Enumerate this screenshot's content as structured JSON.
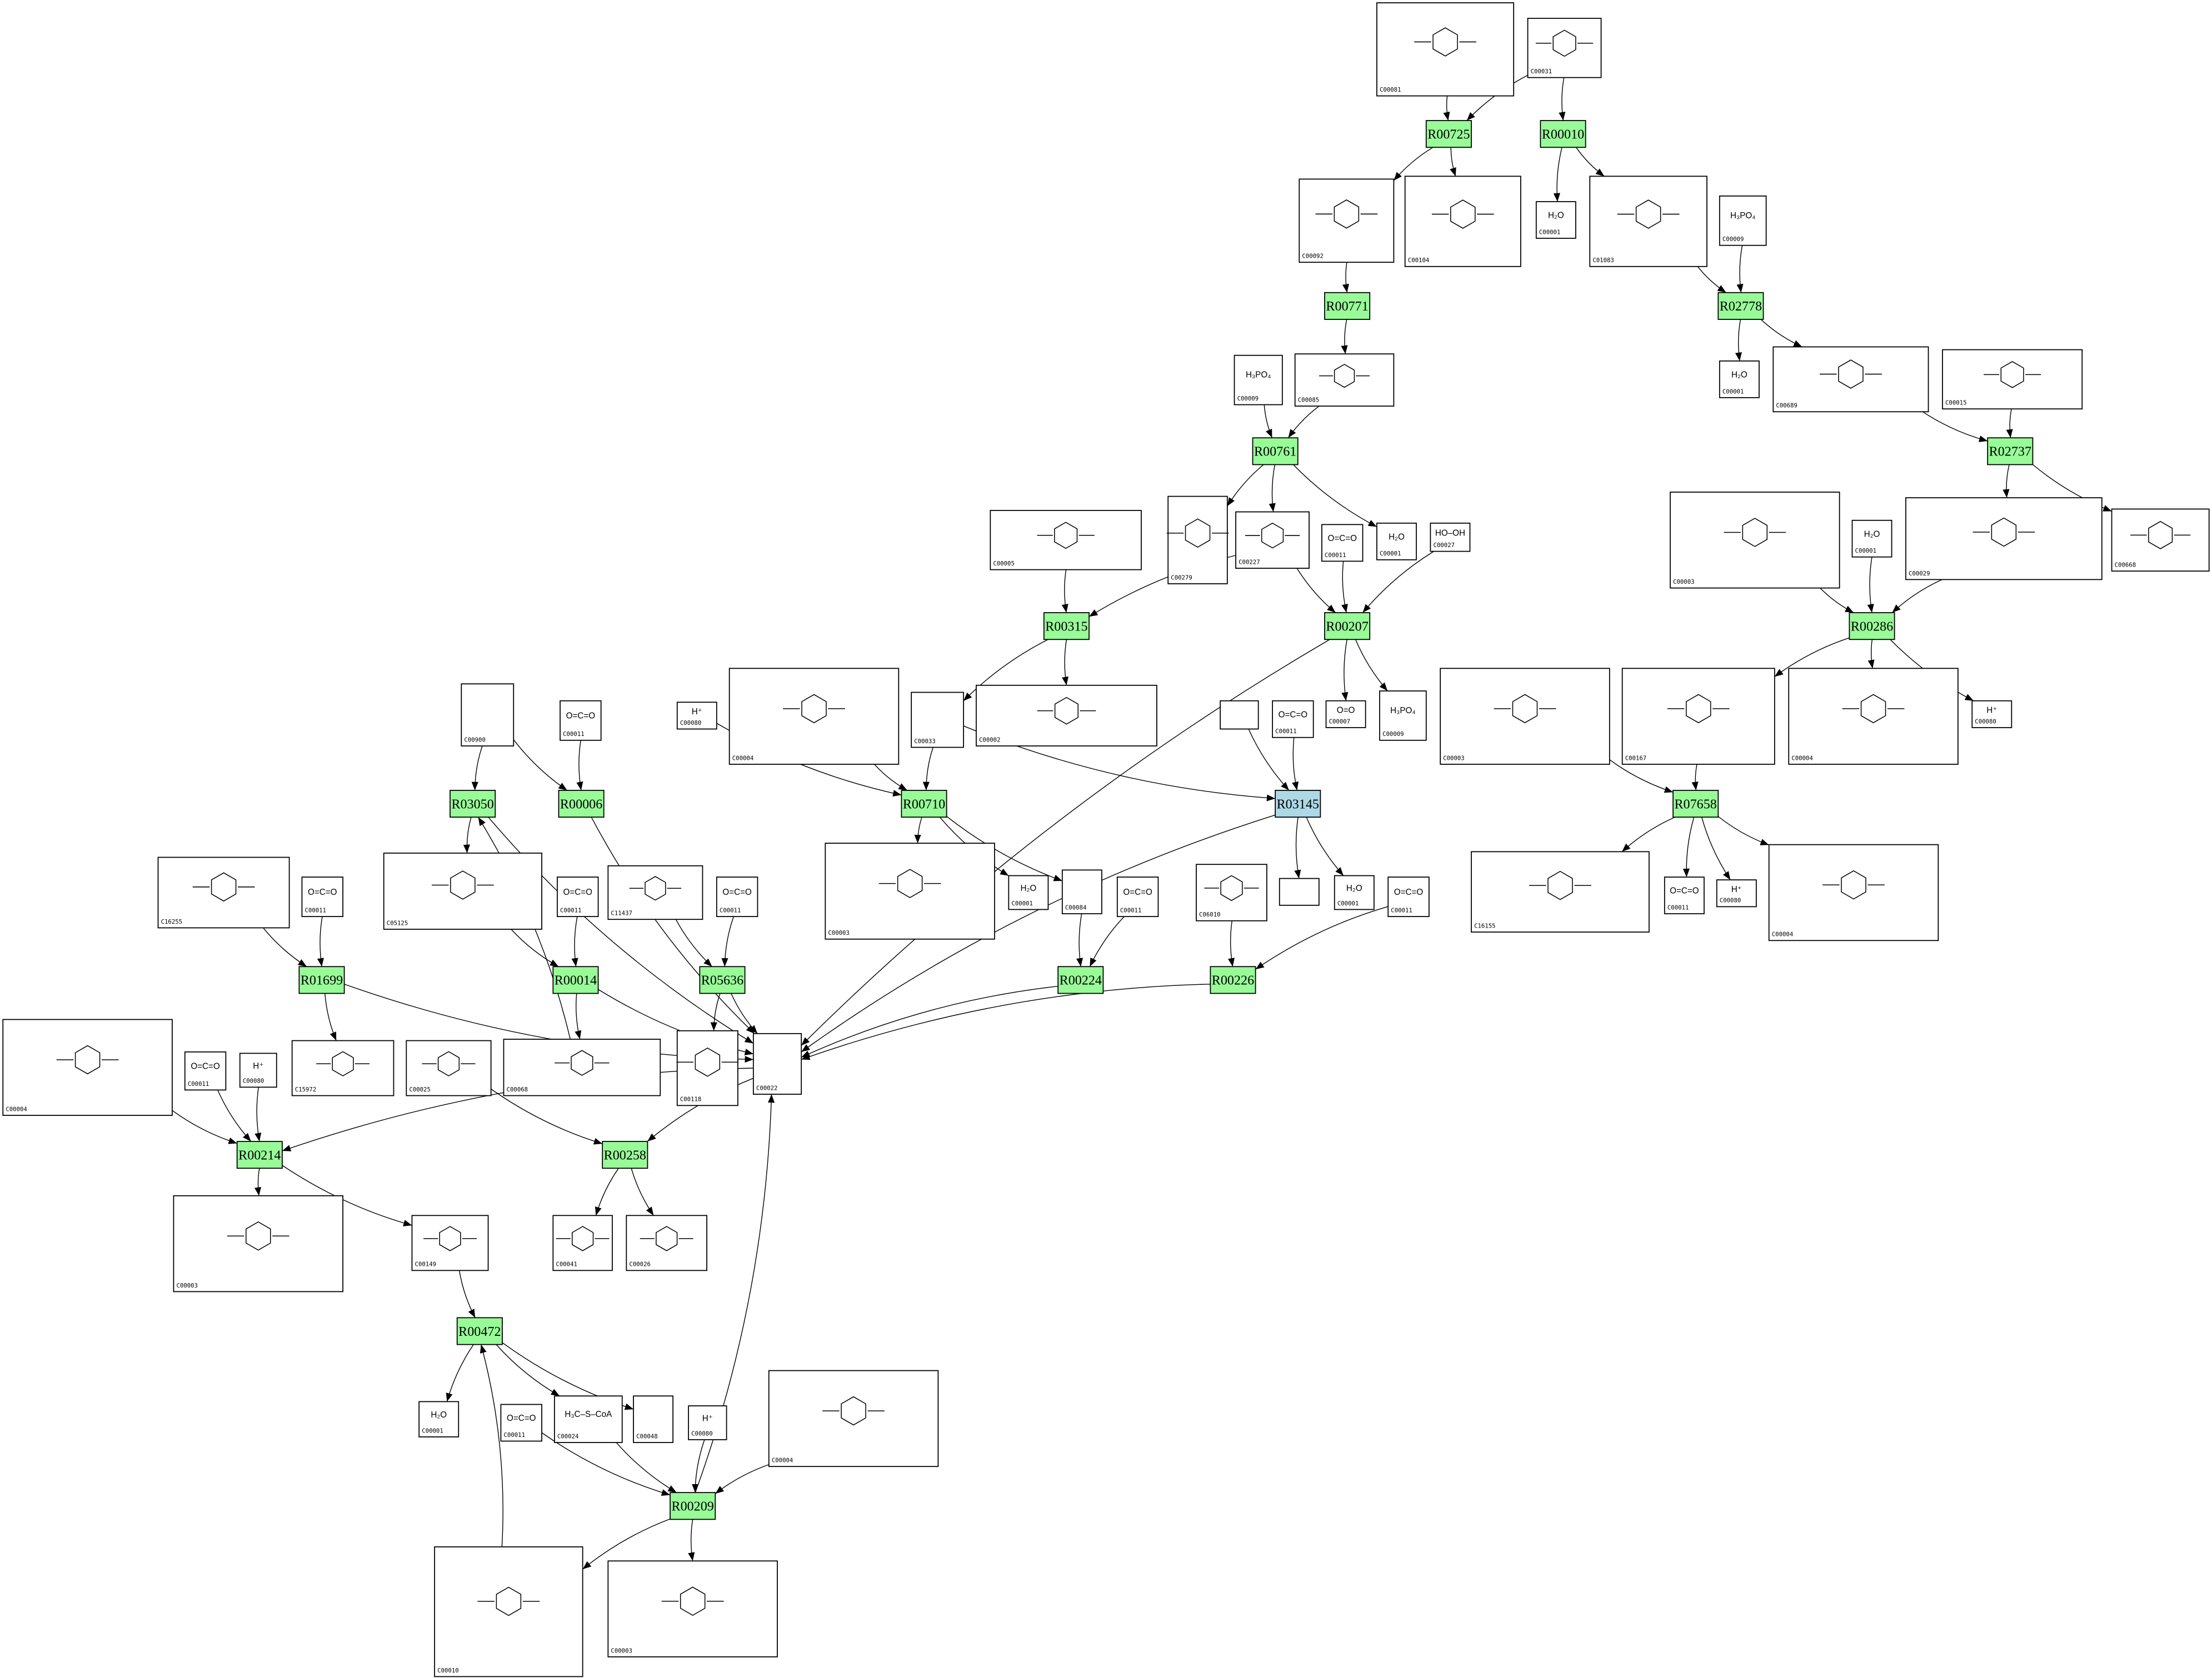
{
  "colors": {
    "reaction": "#98fb98",
    "reaction_highlight": "#add8e6",
    "compound_border": "#000000",
    "background": "#ffffff"
  },
  "reactions": {
    "r725": {
      "label": "R00725"
    },
    "r010": {
      "label": "R00010"
    },
    "r771": {
      "label": "R00771"
    },
    "r2778": {
      "label": "R02778"
    },
    "r761": {
      "label": "R00761"
    },
    "r2737": {
      "label": "R02737"
    },
    "r315": {
      "label": "R00315"
    },
    "r207": {
      "label": "R00207"
    },
    "r286": {
      "label": "R00286"
    },
    "r3050": {
      "label": "R03050"
    },
    "r006": {
      "label": "R00006"
    },
    "r710": {
      "label": "R00710"
    },
    "r3145": {
      "label": "R03145",
      "highlight": true
    },
    "r7658": {
      "label": "R07658"
    },
    "r1699": {
      "label": "R01699"
    },
    "r014": {
      "label": "R00014"
    },
    "r5636": {
      "label": "R05636"
    },
    "r224": {
      "label": "R00224"
    },
    "r226": {
      "label": "R00226"
    },
    "r214": {
      "label": "R00214"
    },
    "r258": {
      "label": "R00258"
    },
    "r472": {
      "label": "R00472"
    },
    "r209": {
      "label": "R00209"
    }
  },
  "compounds": {
    "c81": {
      "label": "C00081"
    },
    "c31a": {
      "label": "C00031"
    },
    "c92": {
      "label": "C00092"
    },
    "c104": {
      "label": "C00104"
    },
    "c1a": {
      "label": "C00001",
      "formula": "H₂O"
    },
    "c1083": {
      "label": "C01083"
    },
    "c9a": {
      "label": "C00009",
      "formula": "H₃PO₄"
    },
    "c1b": {
      "label": "C00001",
      "formula": "H₂O"
    },
    "c689": {
      "label": "C00689"
    },
    "c15": {
      "label": "C00015"
    },
    "c9b": {
      "label": "C00009",
      "formula": "H₃PO₄"
    },
    "c85": {
      "label": "C00085"
    },
    "c279": {
      "label": "C00279"
    },
    "c227": {
      "label": "C00227"
    },
    "c11a": {
      "label": "C00011",
      "formula": "O=C=O"
    },
    "c1c": {
      "label": "C00001",
      "formula": "H₂O"
    },
    "c27": {
      "label": "C00027",
      "formula": "HO–OH"
    },
    "c5": {
      "label": "C00005"
    },
    "c3a": {
      "label": "C00003"
    },
    "c1d": {
      "label": "C00001",
      "formula": "H₂O"
    },
    "c29": {
      "label": "C00029"
    },
    "c668": {
      "label": "C00668"
    },
    "c909": {
      "label": "C00900"
    },
    "c11b": {
      "label": "C00011",
      "formula": "O=C=O"
    },
    "c80a": {
      "label": "C00080",
      "formula": "H⁺"
    },
    "c4a": {
      "label": "C00004"
    },
    "c33": {
      "label": "C00033"
    },
    "c2": {
      "label": "C00002"
    },
    "cblank1": {
      "label": ""
    },
    "c11c": {
      "label": "C00011",
      "formula": "O=C=O"
    },
    "c7": {
      "label": "C00007",
      "formula": "O=O"
    },
    "c9c": {
      "label": "C00009",
      "formula": "H₃PO₄"
    },
    "c3b": {
      "label": "C00003"
    },
    "c167": {
      "label": "C00167"
    },
    "c4b": {
      "label": "C00004"
    },
    "c80b": {
      "label": "C00080",
      "formula": "H⁺"
    },
    "c16255": {
      "label": "C16255"
    },
    "c11d": {
      "label": "C00011",
      "formula": "O=C=O"
    },
    "c5125": {
      "label": "C05125"
    },
    "c11e": {
      "label": "C00011",
      "formula": "O=C=O"
    },
    "c11437": {
      "label": "C11437"
    },
    "c11f": {
      "label": "C00011",
      "formula": "O=C=O"
    },
    "c3c": {
      "label": "C00003"
    },
    "c1e": {
      "label": "C00001",
      "formula": "H₂O"
    },
    "c84": {
      "label": "C00084"
    },
    "c11g": {
      "label": "C00011",
      "formula": "O=C=O"
    },
    "c6010": {
      "label": "C06010"
    },
    "cblank2": {
      "label": ""
    },
    "c1f": {
      "label": "C00001",
      "formula": "H₂O"
    },
    "c11h": {
      "label": "C00011",
      "formula": "O=C=O"
    },
    "c16155": {
      "label": "C16155"
    },
    "c11i": {
      "label": "C00011",
      "formula": "O=C=O"
    },
    "c80c": {
      "label": "C00080",
      "formula": "H⁺"
    },
    "c4c": {
      "label": "C00004"
    },
    "c4d": {
      "label": "C00004"
    },
    "c11j": {
      "label": "C00011",
      "formula": "O=C=O"
    },
    "c80d": {
      "label": "C00080",
      "formula": "H⁺"
    },
    "c15972": {
      "label": "C15972"
    },
    "c25": {
      "label": "C00025"
    },
    "c68": {
      "label": "C00068"
    },
    "c118": {
      "label": "C00118"
    },
    "c22": {
      "label": "C00022"
    },
    "c3d": {
      "label": "C00003"
    },
    "c149": {
      "label": "C00149"
    },
    "c41": {
      "label": "C00041"
    },
    "c26": {
      "label": "C00026"
    },
    "c1g": {
      "label": "C00001",
      "formula": "H₂O"
    },
    "c11k": {
      "label": "C00011",
      "formula": "O=C=O"
    },
    "c24": {
      "label": "C00024",
      "formula": "H₃C–S–CoA"
    },
    "c48": {
      "label": "C00048"
    },
    "c80e": {
      "label": "C00080",
      "formula": "H⁺"
    },
    "c4e": {
      "label": "C00004"
    },
    "c10": {
      "label": "C00010"
    },
    "c3e": {
      "label": "C00003"
    }
  },
  "edges": [
    [
      "c81",
      "r725"
    ],
    [
      "c31a",
      "r725"
    ],
    [
      "c31a",
      "r010"
    ],
    [
      "r725",
      "c92"
    ],
    [
      "r725",
      "c104"
    ],
    [
      "r010",
      "c1a"
    ],
    [
      "r010",
      "c1083"
    ],
    [
      "c92",
      "r771"
    ],
    [
      "r771",
      "c85"
    ],
    [
      "c1083",
      "r2778"
    ],
    [
      "c9a",
      "r2778"
    ],
    [
      "r2778",
      "c1b"
    ],
    [
      "r2778",
      "c689"
    ],
    [
      "c689",
      "r2737"
    ],
    [
      "c15",
      "r2737"
    ],
    [
      "r2737",
      "c29"
    ],
    [
      "r2737",
      "c668"
    ],
    [
      "c9b",
      "r761"
    ],
    [
      "c85",
      "r761"
    ],
    [
      "r761",
      "c279"
    ],
    [
      "r761",
      "c227"
    ],
    [
      "r761",
      "c1c"
    ],
    [
      "c227",
      "r315"
    ],
    [
      "c5",
      "r315"
    ],
    [
      "c227",
      "r207"
    ],
    [
      "c11a",
      "r207"
    ],
    [
      "c27",
      "r207"
    ],
    [
      "r315",
      "c33"
    ],
    [
      "r315",
      "c2"
    ],
    [
      "r207",
      "c7"
    ],
    [
      "r207",
      "c9c"
    ],
    [
      "r207",
      "c22"
    ],
    [
      "c3a",
      "r286"
    ],
    [
      "c1d",
      "r286"
    ],
    [
      "c29",
      "r286"
    ],
    [
      "r286",
      "c167"
    ],
    [
      "r286",
      "c4b"
    ],
    [
      "r286",
      "c80b"
    ],
    [
      "c3b",
      "r7658"
    ],
    [
      "c167",
      "r7658"
    ],
    [
      "r7658",
      "c16155"
    ],
    [
      "r7658",
      "c11i"
    ],
    [
      "r7658",
      "c80c"
    ],
    [
      "r7658",
      "c4c"
    ],
    [
      "c909",
      "r3050"
    ],
    [
      "c909",
      "r006"
    ],
    [
      "c11b",
      "r006"
    ],
    [
      "r3050",
      "c5125"
    ],
    [
      "r3050",
      "c22"
    ],
    [
      "r006",
      "c22"
    ],
    [
      "c80a",
      "r710"
    ],
    [
      "c4a",
      "r710"
    ],
    [
      "c33",
      "r710"
    ],
    [
      "c33",
      "r3145"
    ],
    [
      "r710",
      "c3c"
    ],
    [
      "r710",
      "c1e"
    ],
    [
      "r710",
      "c84"
    ],
    [
      "cblank1",
      "r3145"
    ],
    [
      "c11c",
      "r3145"
    ],
    [
      "r3145",
      "cblank2"
    ],
    [
      "r3145",
      "c1f"
    ],
    [
      "r3145",
      "c22"
    ],
    [
      "c16255",
      "r1699"
    ],
    [
      "c11d",
      "r1699"
    ],
    [
      "r1699",
      "c15972"
    ],
    [
      "r1699",
      "c22"
    ],
    [
      "c5125",
      "r014"
    ],
    [
      "c11e",
      "r014"
    ],
    [
      "r014",
      "c68"
    ],
    [
      "r014",
      "c22"
    ],
    [
      "c68",
      "r3050"
    ],
    [
      "c11437",
      "r5636"
    ],
    [
      "c11f",
      "r5636"
    ],
    [
      "r5636",
      "c118"
    ],
    [
      "r5636",
      "c22"
    ],
    [
      "c84",
      "r224"
    ],
    [
      "c11g",
      "r224"
    ],
    [
      "r224",
      "c22"
    ],
    [
      "c6010",
      "r226"
    ],
    [
      "c11h",
      "r226"
    ],
    [
      "r226",
      "c22"
    ],
    [
      "c4d",
      "r214"
    ],
    [
      "c11j",
      "r214"
    ],
    [
      "c80d",
      "r214"
    ],
    [
      "c22",
      "r214"
    ],
    [
      "r214",
      "c3d"
    ],
    [
      "r214",
      "c149"
    ],
    [
      "c25",
      "r258"
    ],
    [
      "c22",
      "r258"
    ],
    [
      "r258",
      "c41"
    ],
    [
      "r258",
      "c26"
    ],
    [
      "c149",
      "r472"
    ],
    [
      "r472",
      "c1g"
    ],
    [
      "r472",
      "c24"
    ],
    [
      "r472",
      "c48"
    ],
    [
      "c11k",
      "r209"
    ],
    [
      "c24",
      "r209"
    ],
    [
      "c80e",
      "r209"
    ],
    [
      "c4e",
      "r209"
    ],
    [
      "r209",
      "c22"
    ],
    [
      "r209",
      "c10"
    ],
    [
      "r209",
      "c3e"
    ],
    [
      "c10",
      "r472"
    ]
  ]
}
